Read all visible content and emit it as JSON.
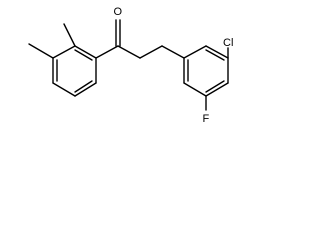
{
  "structure": {
    "atom_labels": {
      "carbonyl_oxygen": "O",
      "chlorine": "Cl",
      "fluorine": "F"
    }
  }
}
